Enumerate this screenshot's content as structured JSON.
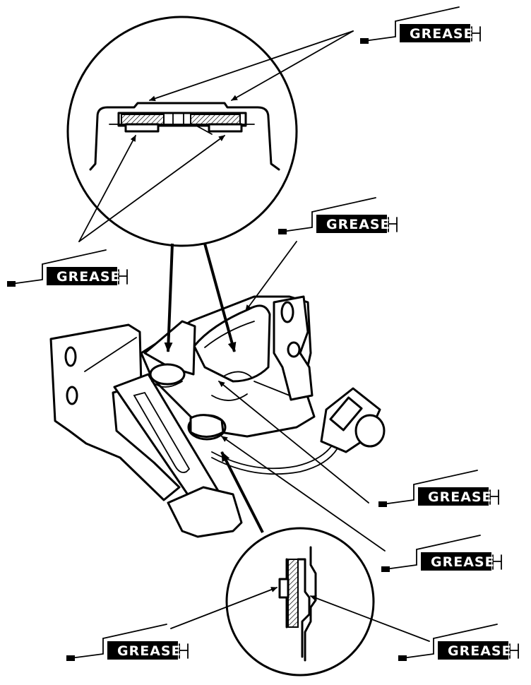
{
  "labels": {
    "grease_top_right": "GREASE",
    "grease_mid_right": "GREASE",
    "grease_left": "GREASE",
    "grease_lower_right_1": "GREASE",
    "grease_lower_right_2": "GREASE",
    "grease_bottom_left": "GREASE",
    "grease_bottom_right": "GREASE"
  },
  "colors": {
    "line": "#000000",
    "background": "#ffffff",
    "label_fill": "#000000",
    "label_text": "#ffffff"
  }
}
